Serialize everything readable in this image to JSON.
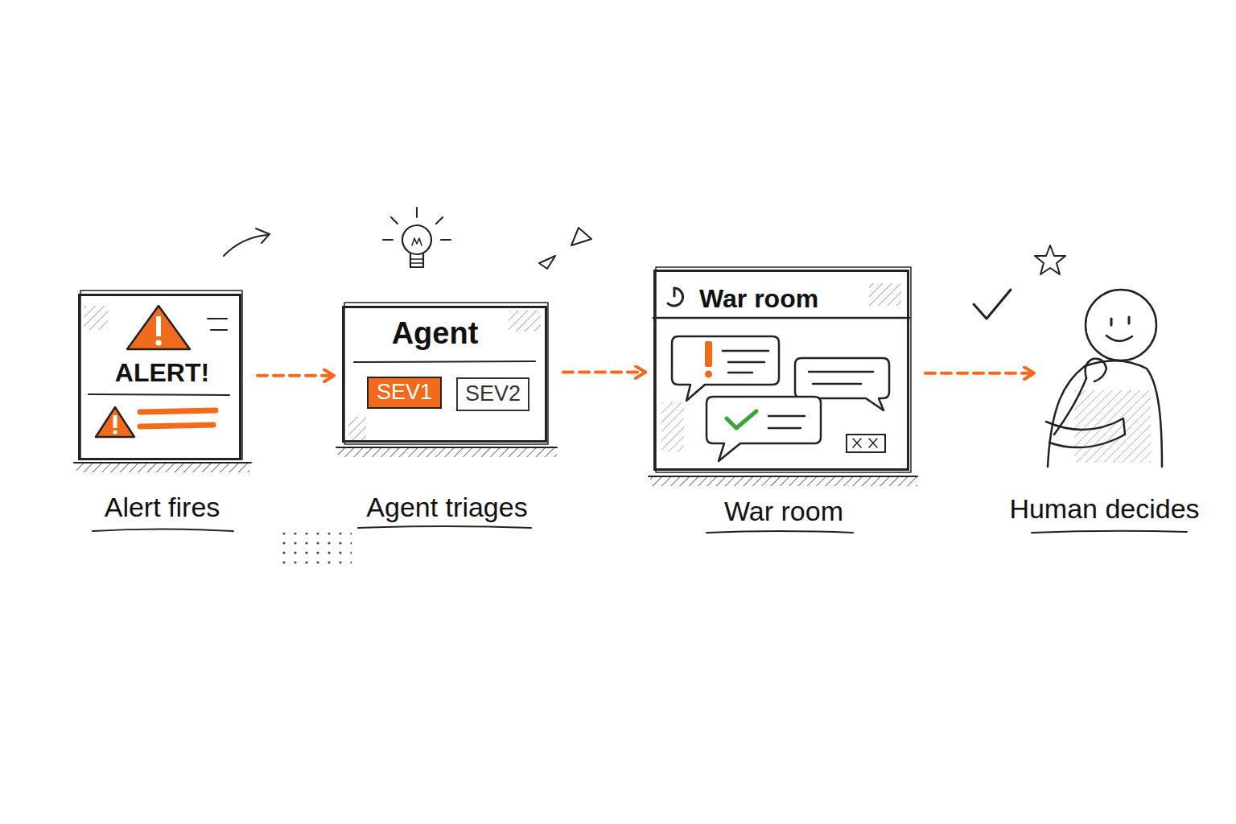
{
  "diagram": {
    "nodes": [
      {
        "text": [
          "ALERT!",
          "Alert fires"
        ]
      },
      {
        "text": [
          "Agent",
          "Agent triages"
        ]
      },
      {
        "text": [
          "SEV1"
        ],
        "in": 1
      },
      {
        "text": [
          "SEV2"
        ],
        "in": 1
      },
      {
        "text": [
          "War room",
          "War room"
        ]
      },
      {
        "text": [
          "Human decides"
        ]
      }
    ],
    "edges": [
      {
        "from": 0,
        "to": 1,
        "arrow": "to"
      },
      {
        "from": 1,
        "to": 4,
        "arrow": "to"
      },
      {
        "from": 4,
        "to": 5,
        "arrow": "to"
      }
    ]
  }
}
